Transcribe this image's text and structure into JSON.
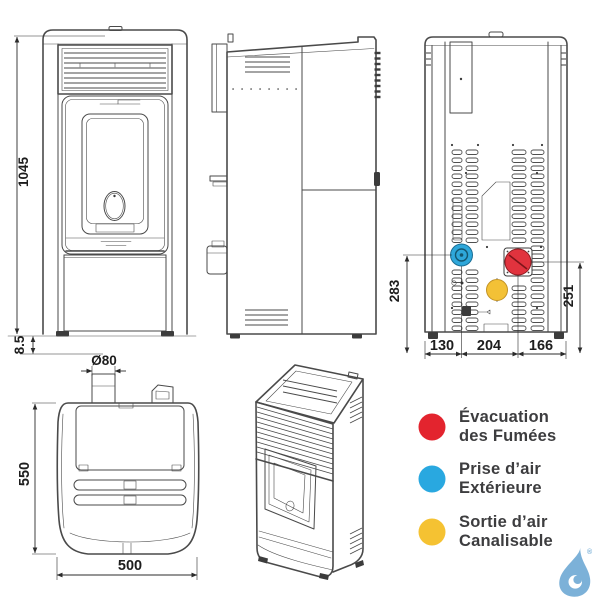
{
  "dims": {
    "height": "1045",
    "clearance": "8.5",
    "flue_diameter": "Ø80",
    "depth": "550",
    "width": "500",
    "inlet_height": "283",
    "flue_height": "251",
    "offset_left": "130",
    "offset_center": "204",
    "offset_right": "166"
  },
  "ports": {
    "flue": {
      "color": "#e1333e",
      "stroke": "#8e1b22"
    },
    "air_inlet": {
      "color": "#2ea7da",
      "stroke": "#1b6e94"
    },
    "duct_outlet": {
      "color": "#f3c136",
      "stroke": "#c29224"
    }
  },
  "legend": {
    "items": [
      {
        "color": "#e3242e",
        "line1": "Évacuation",
        "line2": "des Fumées"
      },
      {
        "color": "#29a8e0",
        "line1": "Prise d’air",
        "line2": "Extérieure"
      },
      {
        "color": "#f5c232",
        "line1": "Sortie d’air",
        "line2": "Canalisable"
      }
    ]
  },
  "logo": {
    "registered_mark": "®",
    "color": "#7cb1d8"
  }
}
